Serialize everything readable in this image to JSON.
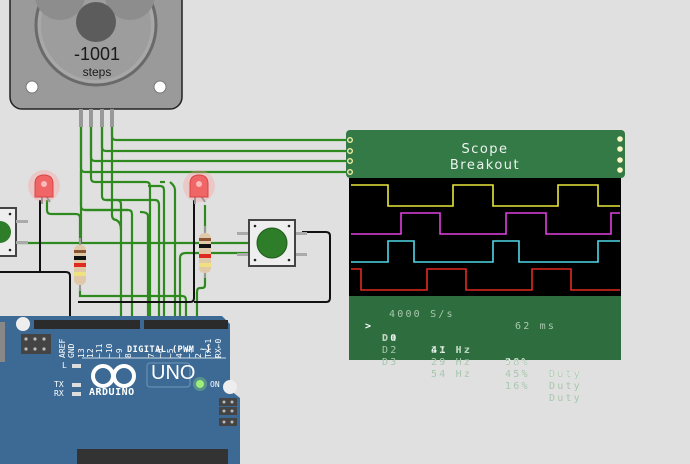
{
  "stepper": {
    "value": "-1001",
    "unit": "steps"
  },
  "scope": {
    "title_line1": "Scope",
    "title_line2": "Breakout",
    "channel_colors": [
      "#e8e83a",
      "#e040e0",
      "#50d8e8",
      "#e02a20"
    ],
    "readout": {
      "sample_rate": "4000 S/s",
      "window": "62 ms",
      "selector": ">",
      "channels": [
        {
          "name": "D0",
          "freq": "41 Hz",
          "duty": "38%",
          "duty_label": "Duty",
          "selected": true
        },
        {
          "name": "D1",
          "freq": "27 Hz",
          "duty": "58%",
          "duty_label": "Duty",
          "selected": false
        },
        {
          "name": "D2",
          "freq": "29 Hz",
          "duty": "45%",
          "duty_label": "Duty",
          "selected": false
        },
        {
          "name": "D3",
          "freq": "54 Hz",
          "duty": "16%",
          "duty_label": "Duty",
          "selected": false
        }
      ]
    }
  },
  "arduino": {
    "brand": "ARDUINO",
    "model": "UNO",
    "power_led_label": "ON",
    "led_labels": [
      "L",
      "TX",
      "RX"
    ],
    "header_label": "DIGITAL (PWM ~)",
    "pin_labels": [
      "AREF",
      "GND",
      "13",
      "12",
      "~11",
      "~10",
      "~9",
      "8",
      "7",
      "~6",
      "~5",
      "4",
      "~3",
      "2",
      "TX→1",
      "RX←0"
    ]
  },
  "colors": {
    "background": "#e0e0e0",
    "wire_green": "#2e8a1e",
    "wire_black": "#111111",
    "board_blue": "#3c6a94",
    "scope_green": "#337a47",
    "led_red": "#f06060",
    "button_green": "#2e7d28"
  }
}
